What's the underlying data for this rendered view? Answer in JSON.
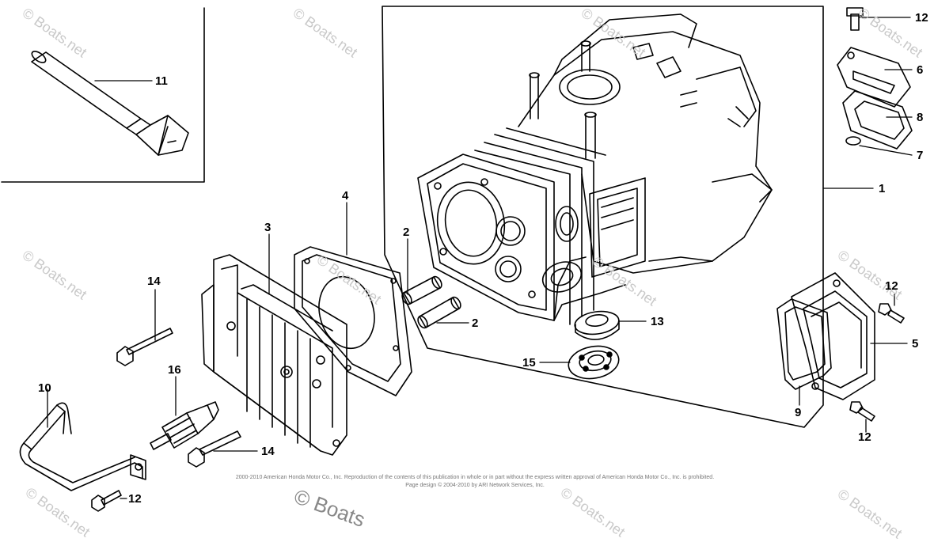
{
  "callouts": {
    "c1": "1",
    "c2a": "2",
    "c2b": "2",
    "c3": "3",
    "c4": "4",
    "c5": "5",
    "c6": "6",
    "c7": "7",
    "c8": "8",
    "c9": "9",
    "c10": "10",
    "c11": "11",
    "c12a": "12",
    "c12b": "12",
    "c12c": "12",
    "c12d": "12",
    "c13": "13",
    "c14a": "14",
    "c14b": "14",
    "c15": "15",
    "c16": "16"
  },
  "watermark": {
    "text": "© Boats.net",
    "bottom_text": "© Boats"
  },
  "copyright": {
    "line1": "2000-2010 American Honda Motor Co., Inc. Reproduction of the contents of this publication in whole or in part without the express written approval of American Honda Motor Co., Inc. is prohibited.",
    "line2": "Page design © 2004-2010 by ARI Network Services, Inc."
  },
  "colors": {
    "ink": "#000000",
    "watermark": "#c9c9c9",
    "background": "#ffffff"
  }
}
